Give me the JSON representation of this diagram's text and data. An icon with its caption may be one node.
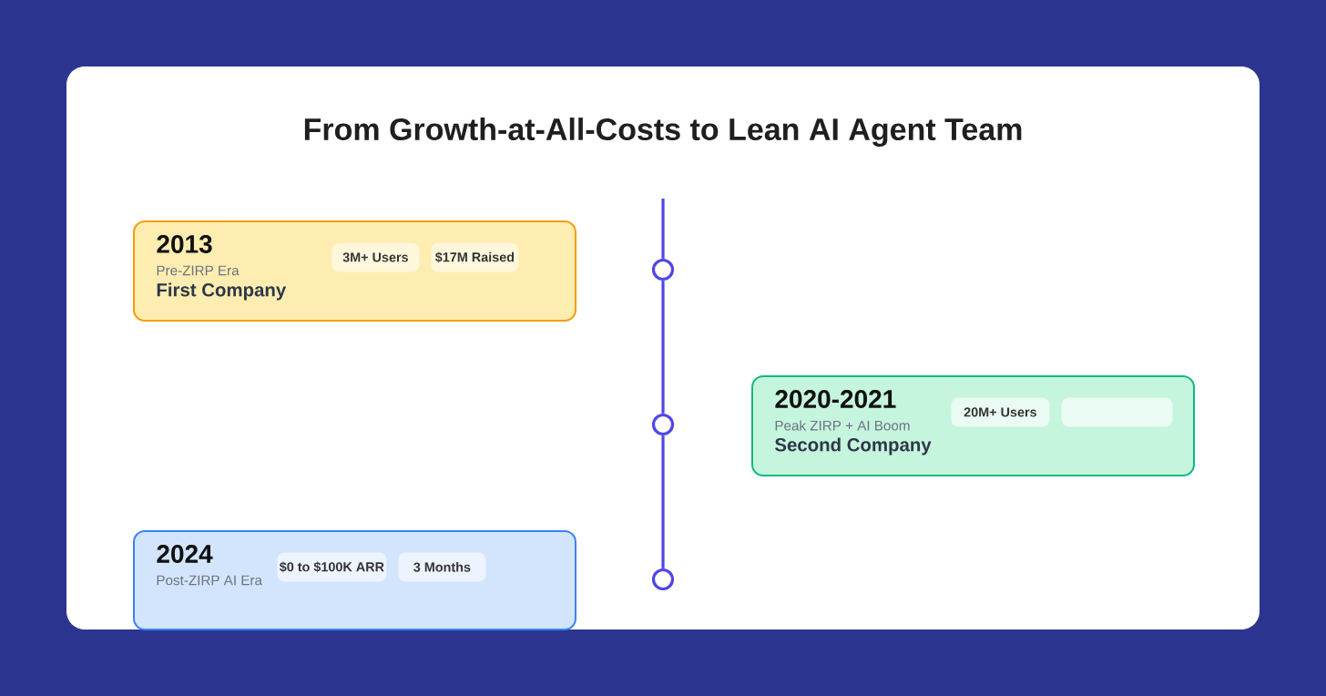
{
  "diagram": {
    "title": "From Growth-at-All-Costs to Lean AI Agent Team",
    "nodes": [
      {
        "text": [
          "2013",
          "Pre-ZIRP Era",
          "First Company"
        ]
      },
      {
        "text": [
          "3M+ Users"
        ],
        "in": 0
      },
      {
        "text": [
          "$17M Raised"
        ],
        "in": 0
      },
      {
        "text": [
          "2020-2021",
          "Peak ZIRP + AI Boom",
          "Second Company"
        ]
      },
      {
        "text": [
          "20M+ Users"
        ],
        "in": 3
      },
      {
        "text": [],
        "shape": "box",
        "in": 3
      },
      {
        "text": [
          "2024",
          "Post-ZIRP AI Era"
        ]
      },
      {
        "text": [
          "$0 to $100K ARR"
        ],
        "in": 6
      },
      {
        "text": [
          "3 Months"
        ],
        "in": 6
      },
      {
        "text": [],
        "shape": "circle"
      },
      {
        "text": [],
        "shape": "circle"
      },
      {
        "text": [],
        "shape": "circle"
      }
    ],
    "edges": [
      {
        "from": null,
        "to": 9,
        "arrow": "none"
      },
      {
        "from": 9,
        "to": 10,
        "arrow": "none"
      },
      {
        "from": 10,
        "to": 11,
        "arrow": "none"
      }
    ]
  }
}
